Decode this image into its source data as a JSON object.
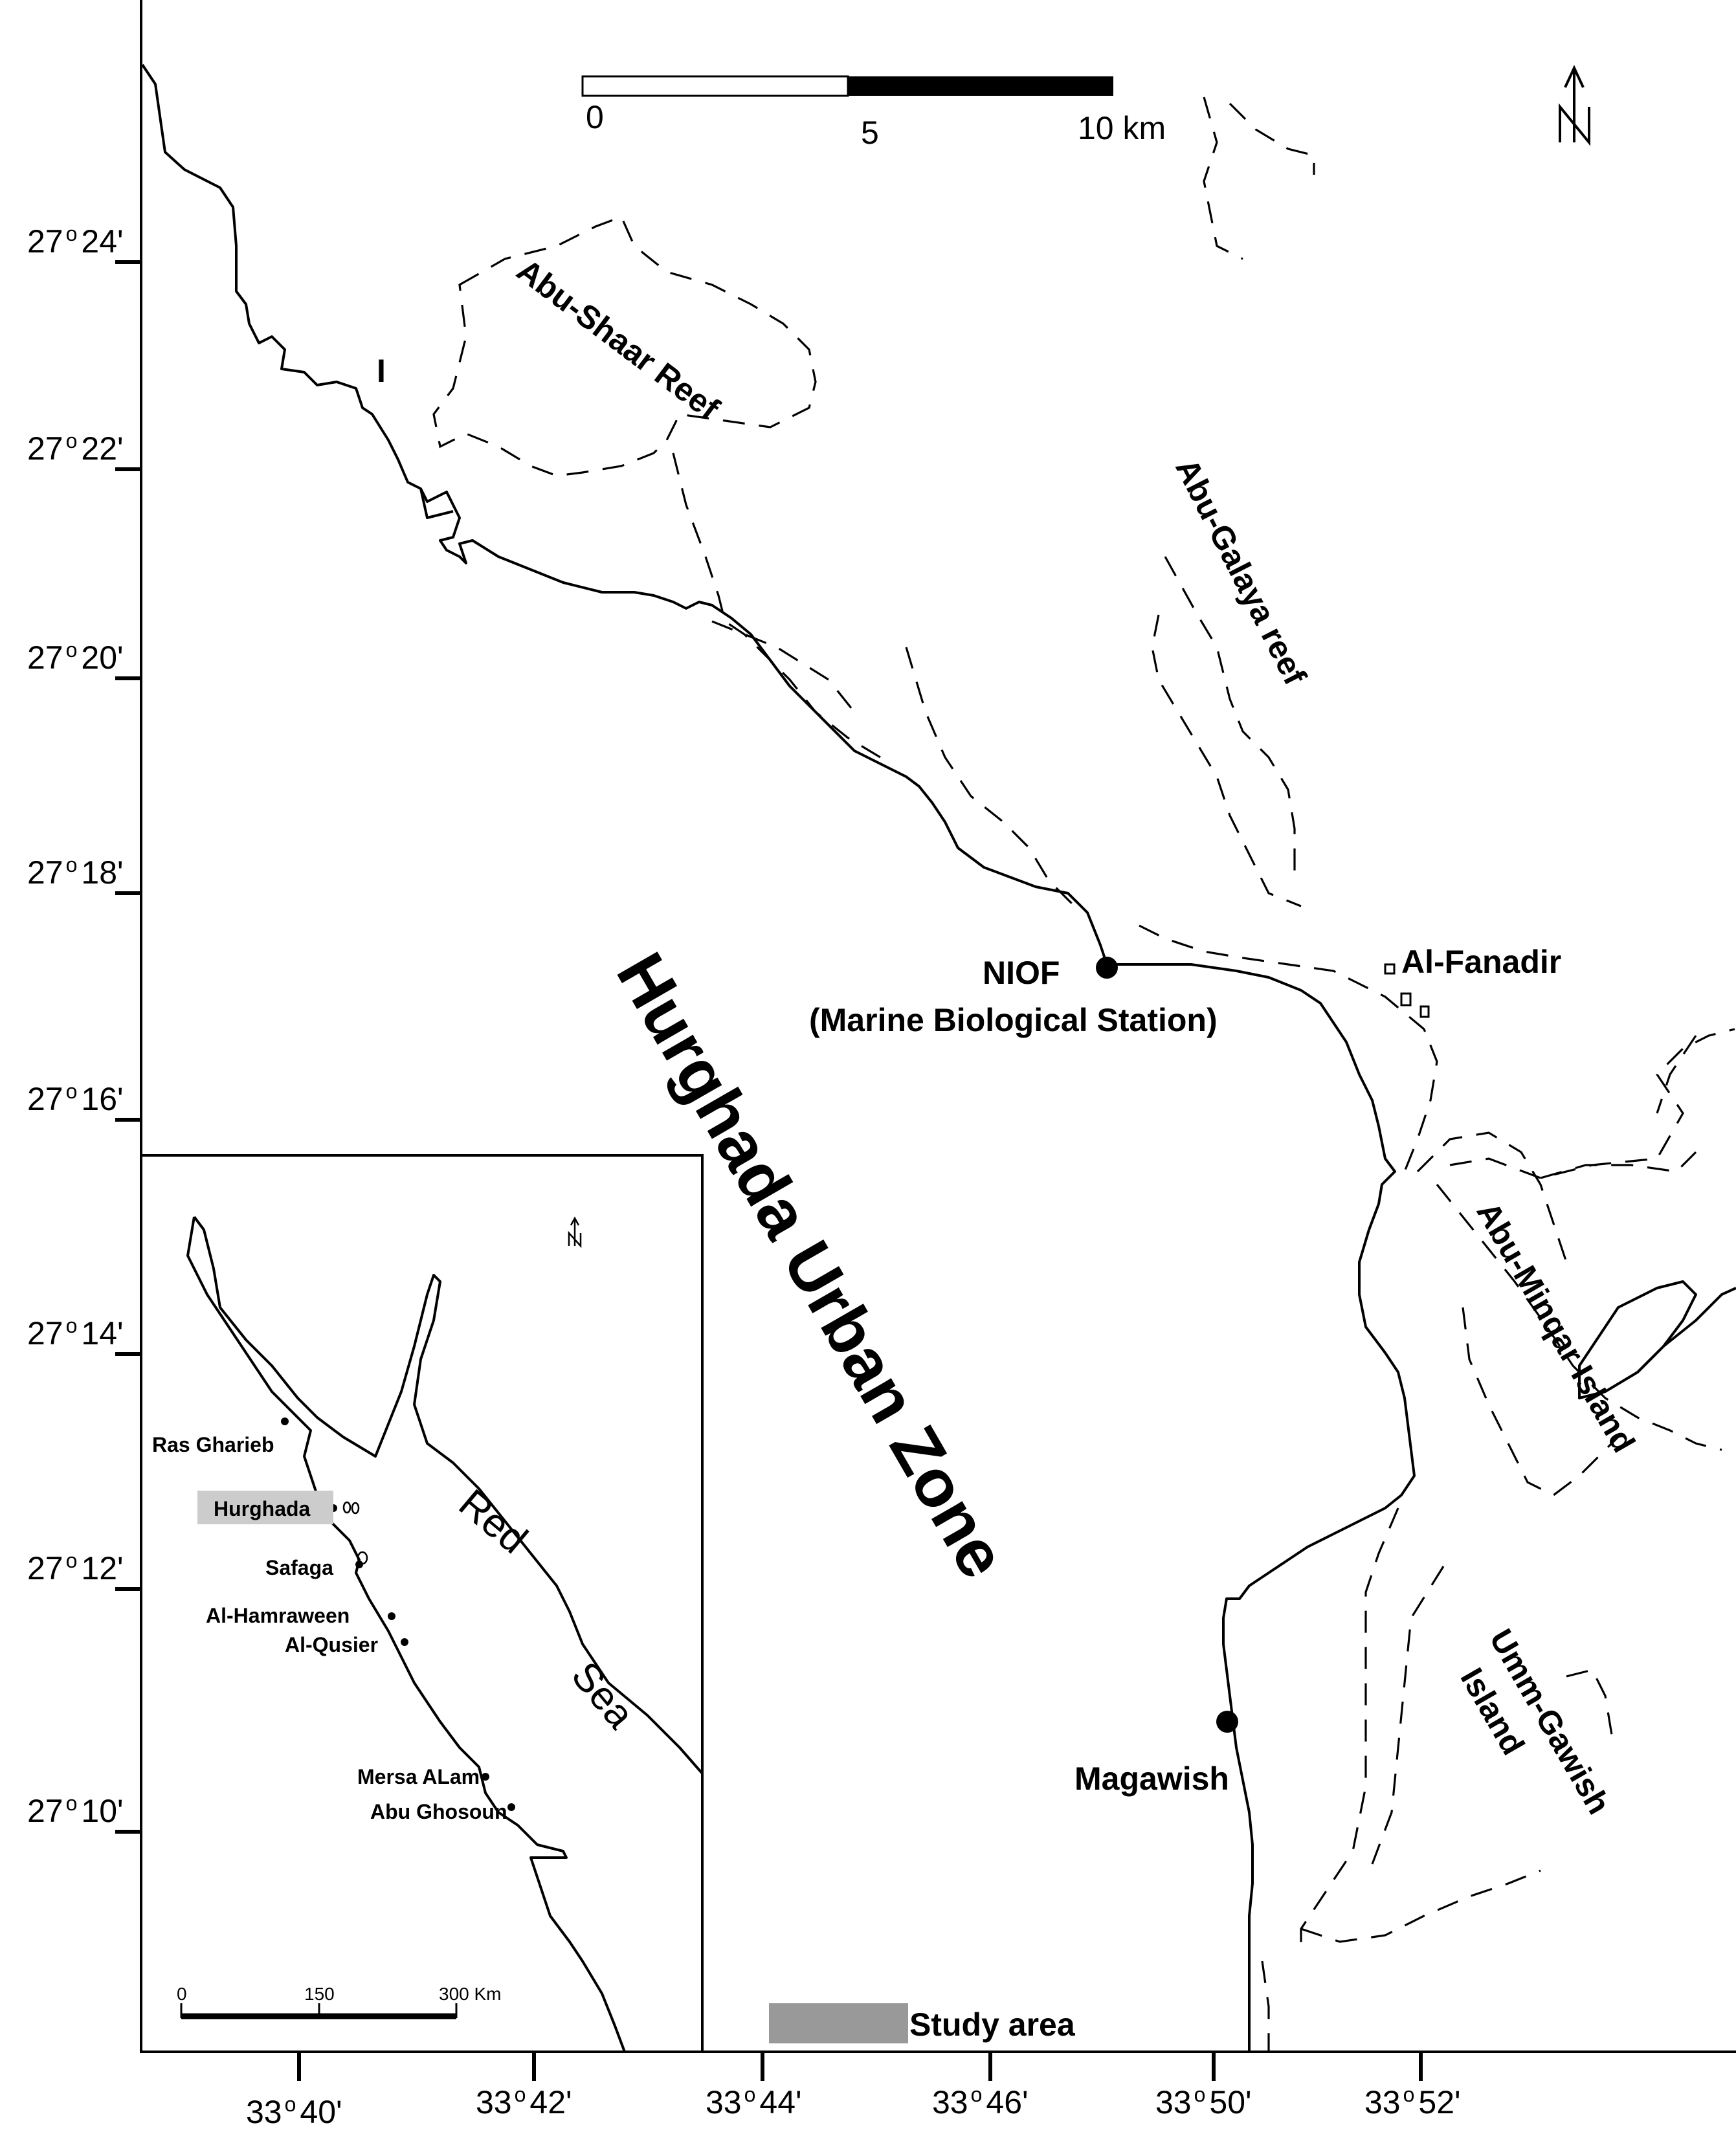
{
  "scale_bar": {
    "ticks": [
      "0",
      "5",
      "10 km"
    ]
  },
  "north_arrow": {
    "label": "N"
  },
  "zone_label": "Hurghada Urban Zone",
  "reefs": [
    "Abu-Shaar Reef",
    "Abu-Galaya reef",
    "Abu-Minqar Island",
    "Umm-Gawish",
    "Island"
  ],
  "places": {
    "niof": {
      "name": "NIOF",
      "subtitle": "(Marine Biological Station)"
    },
    "fanadir": "Al-Fanadir",
    "magawish": "Magawish",
    "marker_i": "I"
  },
  "lat_ticks": [
    {
      "deg": "27",
      "min": "24'"
    },
    {
      "deg": "27",
      "min": "22'"
    },
    {
      "deg": "27",
      "min": "20'"
    },
    {
      "deg": "27",
      "min": "18'"
    },
    {
      "deg": "27",
      "min": "16'"
    },
    {
      "deg": "27",
      "min": "14'"
    },
    {
      "deg": "27",
      "min": "12'"
    },
    {
      "deg": "27",
      "min": "10'"
    }
  ],
  "lon_ticks": [
    {
      "deg": "33",
      "min": "40'"
    },
    {
      "deg": "33",
      "min": "42'"
    },
    {
      "deg": "33",
      "min": "44'"
    },
    {
      "deg": "33",
      "min": "46'"
    },
    {
      "deg": "33",
      "min": "50'"
    },
    {
      "deg": "33",
      "min": "52'"
    }
  ],
  "legend": {
    "label": "Study area",
    "color": "#999999"
  },
  "inset": {
    "places": [
      "Ras Gharieb",
      "Hurghada",
      "Safaga",
      "Al-Hamraween",
      "Al-Qusier",
      "Mersa ALam",
      "Abu Ghosoun"
    ],
    "sea_label": [
      "Red",
      "Sea"
    ],
    "scale_ticks": [
      "0",
      "150",
      "300 Km"
    ],
    "north": "N",
    "highlight_color": "#cccccc"
  }
}
